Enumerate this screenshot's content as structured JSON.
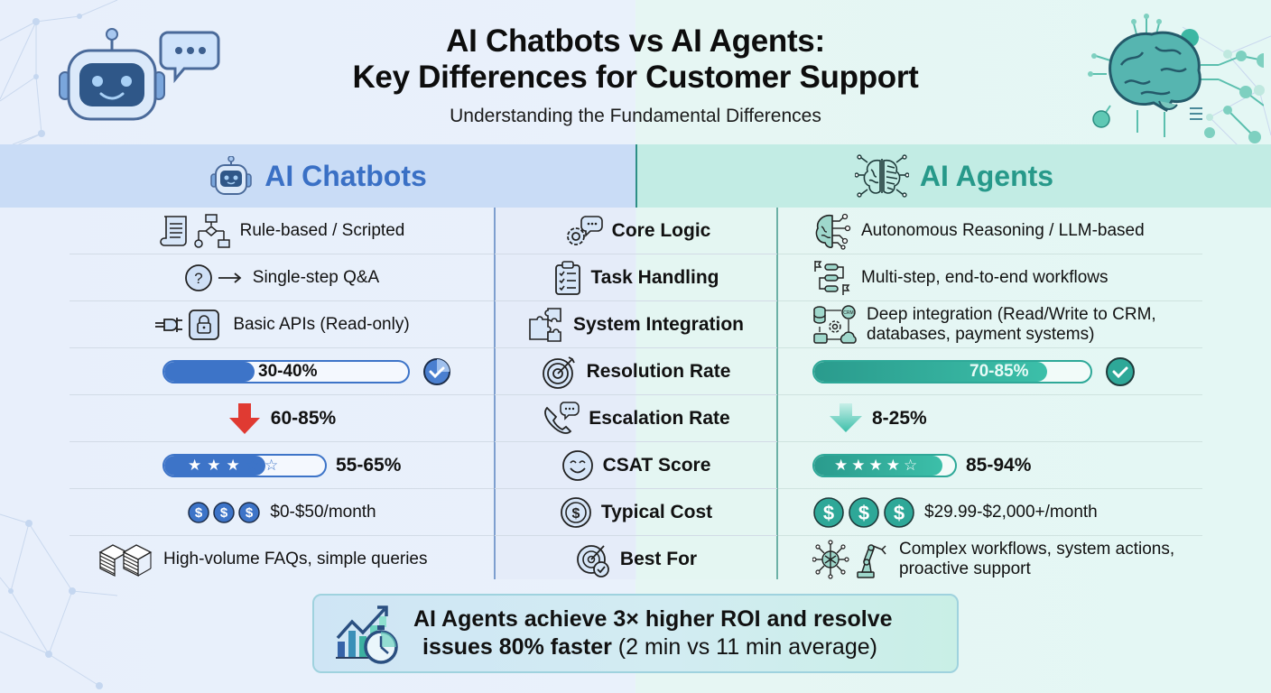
{
  "header": {
    "title_line1": "AI Chatbots vs AI Agents:",
    "title_line2": "Key Differences for Customer Support",
    "subtitle": "Understanding the Fundamental Differences",
    "left_hero_icon": "robot-chat-icon",
    "right_hero_icon": "circuit-brain-icon"
  },
  "columns": {
    "left": {
      "label": "AI Chatbots",
      "icon": "robot-icon",
      "color": "#3a70c5"
    },
    "right": {
      "label": "AI Agents",
      "icon": "brain-circuit-icon",
      "color": "#27998a"
    }
  },
  "rows": [
    {
      "category": "Core Logic",
      "category_icon": "gear-chat-icon",
      "chatbot": "Rule-based / Scripted",
      "chatbot_icon": "script-flowchart-icon",
      "agent": "Autonomous Reasoning / LLM-based",
      "agent_icon": "brain-network-icon"
    },
    {
      "category": "Task Handling",
      "category_icon": "clipboard-checklist-icon",
      "chatbot": "Single-step Q&A",
      "chatbot_icon": "question-arrow-icon",
      "agent": "Multi-step, end-to-end workflows",
      "agent_icon": "workflow-flags-icon"
    },
    {
      "category": "System Integration",
      "category_icon": "puzzle-icon",
      "chatbot": "Basic APIs (Read-only)",
      "chatbot_icon": "plug-lock-icon",
      "agent": "Deep integration (Read/Write to CRM,",
      "agent_line2": "databases, payment systems)",
      "agent_icon": "database-crm-cloud-icon"
    },
    {
      "category": "Resolution Rate",
      "category_icon": "target-icon",
      "chatbot": "30-40%",
      "chatbot_bar_pct": 37,
      "agent": "70-85%",
      "agent_bar_pct": 84
    },
    {
      "category": "Escalation Rate",
      "category_icon": "phone-chat-icon",
      "chatbot": "60-85%",
      "chatbot_icon": "arrow-down-red-icon",
      "agent": "8-25%",
      "agent_icon": "arrow-down-teal-icon"
    },
    {
      "category": "CSAT Score",
      "category_icon": "smiley-icon",
      "chatbot": "55-65%",
      "chatbot_stars": 3.5,
      "agent": "85-94%",
      "agent_stars": 4.5
    },
    {
      "category": "Typical Cost",
      "category_icon": "dollar-coin-icon",
      "chatbot": "$0-$50/month",
      "chatbot_icon": "three-dollar-coins-icon",
      "agent": "$29.99-$2,000+/month",
      "agent_icon": "three-dollar-coins-icon"
    },
    {
      "category": "Best For",
      "category_icon": "target-check-icon",
      "chatbot": "High-volume FAQs, simple queries",
      "chatbot_icon": "document-stacks-icon",
      "agent": "Complex workflows, system actions,",
      "agent_line2": "proactive support",
      "agent_icon": "network-robot-arm-icon"
    }
  ],
  "stars_glyph": "★",
  "callout": {
    "line1": "AI Agents achieve 3× higher ROI and resolve",
    "line2_bold": "issues 80% faster",
    "line2_plain": " (2 min vs 11 min average)",
    "icon": "chart-stopwatch-icon"
  },
  "colors": {
    "chatbot_blue": "#3d74c8",
    "agent_teal": "#2ea898",
    "escalation_red": "#e03a32"
  }
}
